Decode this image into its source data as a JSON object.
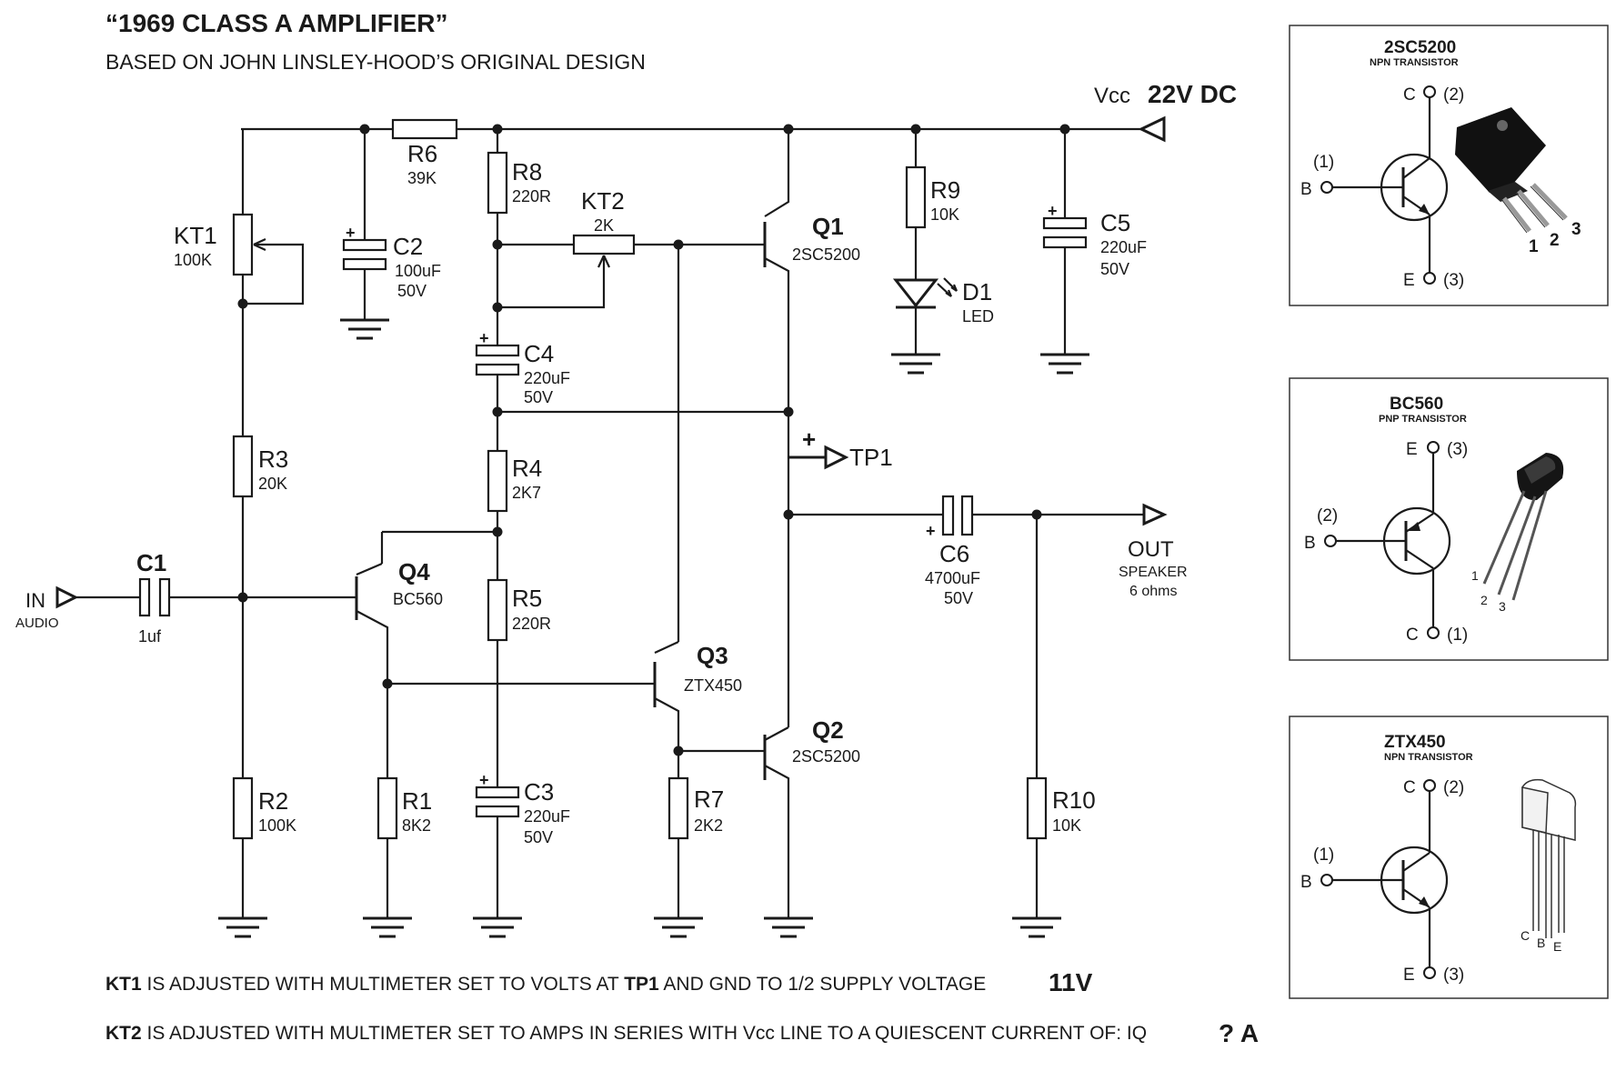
{
  "header": {
    "title": "“1969 CLASS A AMPLIFIER”",
    "subtitle": "BASED ON JOHN LINSLEY-HOOD’S ORIGINAL DESIGN"
  },
  "supply": {
    "vcc_label": "Vcc",
    "voltage": "22V  DC"
  },
  "components": {
    "R6": {
      "ref": "R6",
      "value": "39K"
    },
    "R8": {
      "ref": "R8",
      "value": "220R"
    },
    "KT2": {
      "ref": "KT2",
      "value": "2K"
    },
    "Q1": {
      "ref": "Q1",
      "value": "2SC5200"
    },
    "R9": {
      "ref": "R9",
      "value": "10K"
    },
    "D1": {
      "ref": "D1",
      "value": "LED"
    },
    "C5": {
      "ref": "C5",
      "value": "220uF",
      "voltage": "50V"
    },
    "KT1": {
      "ref": "KT1",
      "value": "100K"
    },
    "C2": {
      "ref": "C2",
      "value": "100uF",
      "voltage": "50V"
    },
    "C4": {
      "ref": "C4",
      "value": "220uF",
      "voltage": "50V"
    },
    "TP1": {
      "ref": "TP1",
      "sign": "+"
    },
    "R3": {
      "ref": "R3",
      "value": "20K"
    },
    "R4": {
      "ref": "R4",
      "value": "2K7"
    },
    "C6": {
      "ref": "C6",
      "value": "4700uF",
      "voltage": "50V",
      "sign": "+"
    },
    "C1": {
      "ref": "C1",
      "value": "1uf"
    },
    "Q4": {
      "ref": "Q4",
      "value": "BC560"
    },
    "R5": {
      "ref": "R5",
      "value": "220R"
    },
    "Q3": {
      "ref": "Q3",
      "value": "ZTX450"
    },
    "Q2": {
      "ref": "Q2",
      "value": "2SC5200"
    },
    "R2": {
      "ref": "R2",
      "value": "100K"
    },
    "R1": {
      "ref": "R1",
      "value": "8K2"
    },
    "C3": {
      "ref": "C3",
      "value": "220uF",
      "voltage": "50V"
    },
    "R7": {
      "ref": "R7",
      "value": "2K2"
    },
    "R10": {
      "ref": "R10",
      "value": "10K"
    }
  },
  "input": {
    "label": "IN",
    "sub": "AUDIO"
  },
  "output": {
    "label": "OUT",
    "sub1": "SPEAKER",
    "sub2": "6 ohms"
  },
  "cap_plus": "+",
  "notes": [
    {
      "bold": "KT1",
      "text1": " IS ADJUSTED WITH MULTIMETER SET TO VOLTS AT ",
      "bold2": "TP1",
      "text2": " AND GND TO 1/2 SUPPLY VOLTAGE",
      "value": "11V"
    },
    {
      "bold": "KT2",
      "text1": " IS ADJUSTED WITH MULTIMETER SET TO AMPS IN SERIES WITH Vcc LINE TO A QUIESCENT CURRENT OF: IQ",
      "value": "? A"
    }
  ],
  "pinouts": [
    {
      "name": "2SC5200",
      "type": "NPN TRANSISTOR",
      "top": "C",
      "top_num": "(2)",
      "base": "B",
      "base_num": "(1)",
      "bottom": "E",
      "bottom_num": "(3)",
      "legs": [
        "1",
        "2",
        "3"
      ]
    },
    {
      "name": "BC560",
      "type": "PNP TRANSISTOR",
      "top": "E",
      "top_num": "(3)",
      "base": "B",
      "base_num": "(2)",
      "bottom": "C",
      "bottom_num": "(1)",
      "legs": [
        "1",
        "2",
        "3"
      ]
    },
    {
      "name": "ZTX450",
      "type": "NPN TRANSISTOR",
      "top": "C",
      "top_num": "(2)",
      "base": "B",
      "base_num": "(1)",
      "bottom": "E",
      "bottom_num": "(3)",
      "legs": [
        "C",
        "B",
        "E"
      ]
    }
  ]
}
